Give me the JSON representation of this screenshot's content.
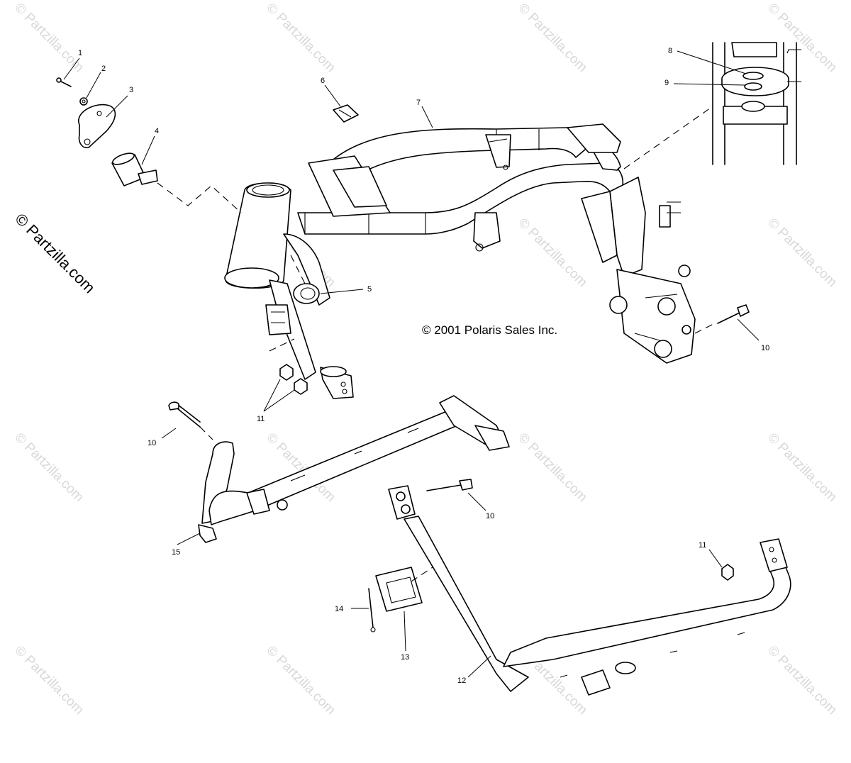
{
  "copyright": "© 2001 Polaris Sales Inc.",
  "watermark": "© Partzilla.com",
  "side_watermark": "© Partzilla.com",
  "callouts": [
    {
      "id": "c1",
      "text": "1"
    },
    {
      "id": "c2",
      "text": "2"
    },
    {
      "id": "c3",
      "text": "3"
    },
    {
      "id": "c4",
      "text": "4"
    },
    {
      "id": "c5",
      "text": "5"
    },
    {
      "id": "c6",
      "text": "6"
    },
    {
      "id": "c7",
      "text": "7"
    },
    {
      "id": "c8",
      "text": "8"
    },
    {
      "id": "c9",
      "text": "9"
    },
    {
      "id": "c10a",
      "text": "10"
    },
    {
      "id": "c10b",
      "text": "10"
    },
    {
      "id": "c10c",
      "text": "10"
    },
    {
      "id": "c11a",
      "text": "11"
    },
    {
      "id": "c11b",
      "text": "11"
    },
    {
      "id": "c12",
      "text": "12"
    },
    {
      "id": "c13",
      "text": "13"
    },
    {
      "id": "c14",
      "text": "14"
    },
    {
      "id": "c15",
      "text": "15"
    }
  ]
}
